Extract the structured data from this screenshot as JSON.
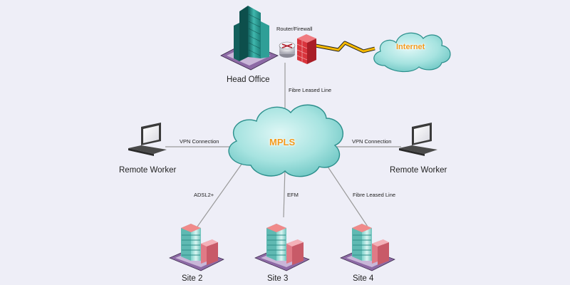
{
  "nodes": {
    "head_office": "Head Office",
    "router_firewall": "Router/Firewall",
    "internet": "Internet",
    "mpls": "MPLS",
    "remote_worker_left": "Remote Worker",
    "remote_worker_right": "Remote Worker",
    "site2": "Site 2",
    "site3": "Site 3",
    "site4": "Site 4"
  },
  "links": {
    "head_office_mpls": "Fibre Leased Line",
    "vpn_left": "VPN Connection",
    "vpn_right": "VPN Connection",
    "site2": "ADSL2+",
    "site3": "EFM",
    "site4": "Fibre Leased Line"
  },
  "colors": {
    "background": "#eeeef7",
    "cloud_fill": "#a6e3e0",
    "cloud_text": "#f39a1c",
    "lightning": "#f5b800",
    "firewall": "#d9343c"
  }
}
